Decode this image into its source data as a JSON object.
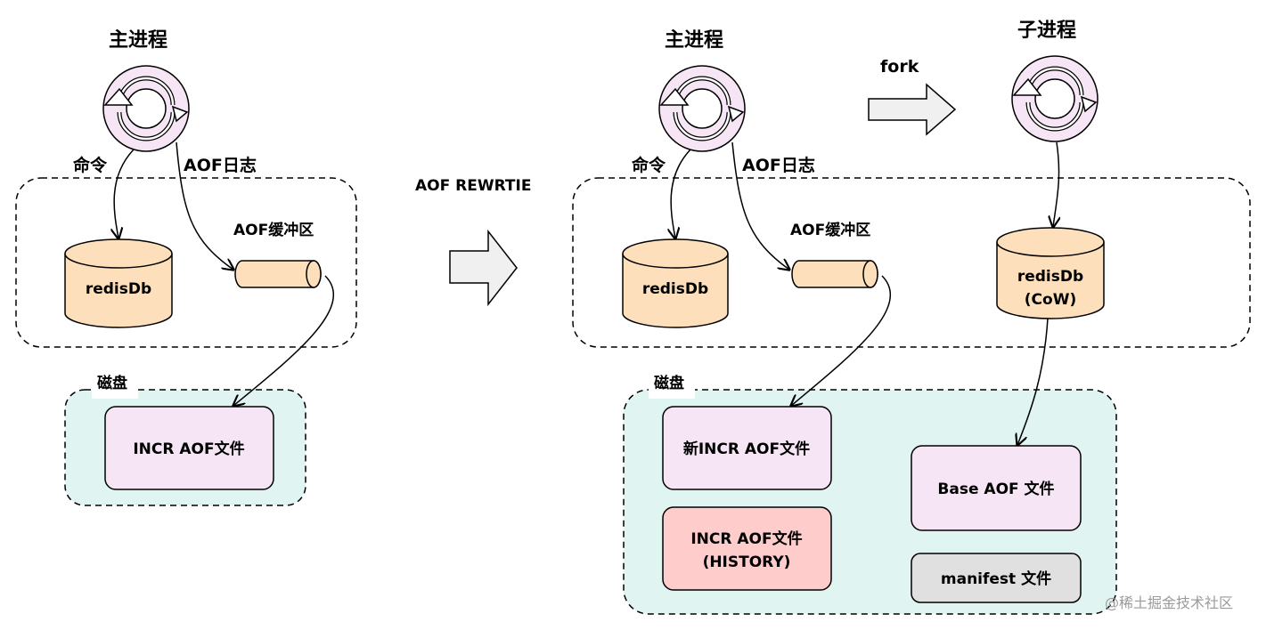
{
  "colors": {
    "disk_bg": "#e0f4f1",
    "cylinder_fill": "#fde0bb",
    "file_fill": "#f6e6f5",
    "history_fill": "#ffcccc",
    "manifest_fill": "#e0e0e0",
    "process_fill": "#f6e6f5",
    "arrow_fill": "#f0f0f0"
  },
  "icons": {
    "process": "process-cycle-icon",
    "storage": "cylinder-db-icon",
    "buffer": "horizontal-cylinder-icon",
    "transition": "block-arrow-icon"
  },
  "left": {
    "main_process": "主进程",
    "command": "命令",
    "aof_log": "AOF日志",
    "buffer": "AOF缓冲区",
    "redisdb": "redisDb",
    "disk": "磁盘",
    "incr_file": "INCR AOF文件"
  },
  "transition": {
    "label": "AOF REWRTIE"
  },
  "right": {
    "main_process": "主进程",
    "fork": "fork",
    "child_process": "子进程",
    "command": "命令",
    "aof_log": "AOF日志",
    "buffer": "AOF缓冲区",
    "redisdb": "redisDb",
    "child_redisdb_line1": "redisDb",
    "child_redisdb_line2": "(CoW)",
    "disk": "磁盘",
    "new_incr_file": "新INCR AOF文件",
    "history_line1": "INCR AOF文件",
    "history_line2": "(HISTORY)",
    "base_file": "Base AOF 文件",
    "manifest_file": "manifest 文件"
  },
  "watermark": "@稀土掘金技术社区"
}
